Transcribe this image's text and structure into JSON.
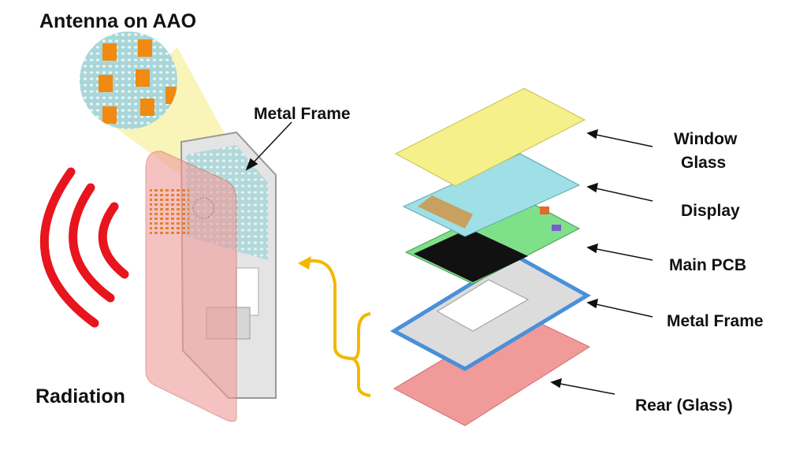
{
  "labels": {
    "antenna_title": "Antenna on AAO",
    "metal_frame_left": "Metal Frame",
    "radiation": "Radiation",
    "window_glass_line1": "Window",
    "window_glass_line2": "Glass",
    "display": "Display",
    "main_pcb": "Main PCB",
    "metal_frame_right": "Metal Frame",
    "rear_glass": "Rear (Glass)"
  },
  "colors": {
    "window_glass": "#f5f08a",
    "display": "#9ee0e6",
    "main_pcb": "#7fe08a",
    "metal_frame": "#4a90d9",
    "rear": "#f09a9a",
    "radiation": "#e8141e",
    "arrow": "#f2b800"
  }
}
